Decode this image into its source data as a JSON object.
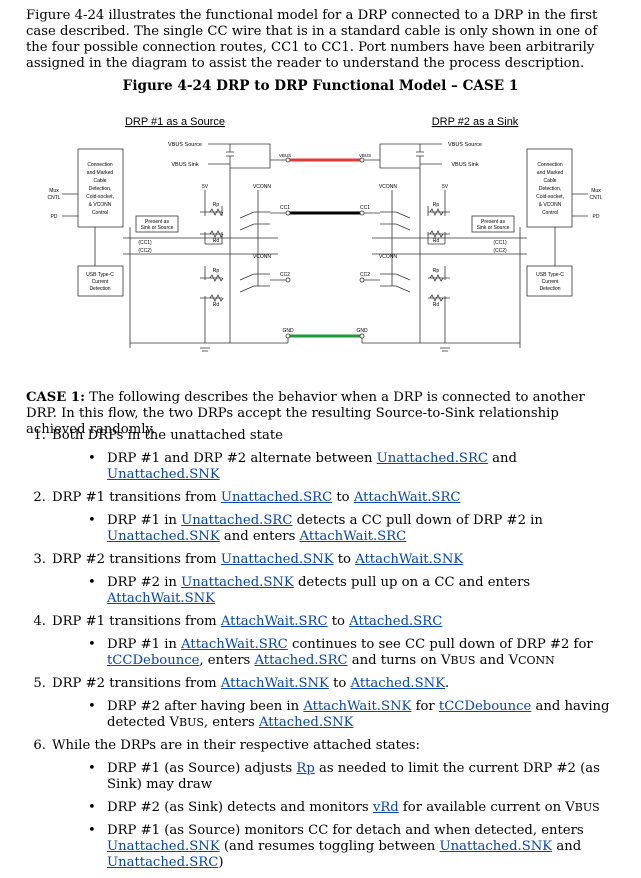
{
  "intro": {
    "p1": "Figure 4-24 illustrates the functional model for a DRP connected to a DRP in the first case described.  The single CC wire that is in a standard cable is only shown in one of the four possible connection routes, CC1 to CC1.  Port numbers have been arbitrarily assigned in the diagram to assist the reader to understand the process description."
  },
  "figure": {
    "title": "Figure 4-24  DRP to DRP Functional Model – CASE 1",
    "left_title": "DRP #1 as a Source",
    "right_title": "DRP #2 as a Sink",
    "vbus_source": "VBUS Source",
    "vbus_sink": "VBUS Sink",
    "conn_block": [
      "Connection",
      "and Marked",
      "Cable",
      "Detection,",
      "Cold-socket,",
      "& VCONN",
      "Control"
    ],
    "present_block": [
      "Present as",
      "Sink or Source"
    ],
    "usb_block": [
      "USB Type-C",
      "Current",
      "Detection"
    ],
    "mux_cntl": [
      "Mux",
      "CNTL"
    ],
    "pd": "PD",
    "v5": "5V",
    "vconn": "VCONN",
    "rp": "Rp",
    "rd": "Rd",
    "cc1": "CC1",
    "cc2": "CC2",
    "cc1_paren": "(CC1)",
    "cc2_paren": "(CC2)",
    "vbus_label": "VBUS",
    "gnd": "GND"
  },
  "case": {
    "label": "CASE 1:",
    "text": " The following describes the behavior when a DRP is connected to another DRP.  In this flow, the two DRPs accept the resulting Source-to-Sink relationship achieved randomly."
  },
  "steps": [
    {
      "num": "1.",
      "title": "Both DRPs in the unattached state"
    },
    {
      "num": "2.",
      "title_pre": "DRP #1 transitions from ",
      "from": "Unattached.SRC",
      "mid": " to ",
      "to": "AttachWait.SRC"
    },
    {
      "num": "3.",
      "title_pre": "DRP #2 transitions from ",
      "from": "Unattached.SNK",
      "mid": " to ",
      "to": "AttachWait.SNK"
    },
    {
      "num": "4.",
      "title_pre": "DRP #1 transitions from ",
      "from": "AttachWait.SRC",
      "mid": " to ",
      "to": "Attached.SRC"
    },
    {
      "num": "5.",
      "title_pre": "DRP #2 transitions from ",
      "from": "AttachWait.SNK",
      "mid": " to ",
      "to": "Attached.SNK",
      "end": "."
    },
    {
      "num": "6.",
      "title": "While the DRPs are in their respective attached states:"
    }
  ],
  "bullets": {
    "b1": {
      "pre": "DRP #1 and DRP #2 alternate between ",
      "l1": "Unattached.SRC",
      "mid": " and ",
      "l2": "Unattached.SNK"
    },
    "b2": {
      "pre": "DRP #1 in ",
      "l1": "Unattached.SRC",
      "mid": " detects a CC pull down of DRP #2 in ",
      "l2": "Unattached.SNK",
      "mid2": " and enters ",
      "l3": "AttachWait.SRC"
    },
    "b3": {
      "pre": "DRP #2 in ",
      "l1": "Unattached.SNK",
      "mid": " detects pull up on a CC and enters ",
      "l2": "AttachWait.SNK"
    },
    "b4": {
      "pre": "DRP #1 in ",
      "l1": "AttachWait.SRC",
      "mid": " continues to see CC pull down of DRP #2 for ",
      "l2": "tCCDebounce",
      "mid2": ", enters ",
      "l3": "Attached.SRC",
      "end1": " and turns on V",
      "end_sc1": "BUS",
      "end2": " and V",
      "end_sc2": "CONN"
    },
    "b5": {
      "pre": "DRP #2 after having been in ",
      "l1": "AttachWait.SNK",
      "mid": " for ",
      "l2": "tCCDebounce",
      "mid2": "  and having detected V",
      "sc": "BUS",
      "mid3": ", enters ",
      "l3": "Attached.SNK"
    },
    "b6": {
      "pre": "DRP #1 (as Source) adjusts ",
      "l1": "Rp",
      "mid": " as needed to limit the current DRP #2 (as Sink) may draw"
    },
    "b7": {
      "pre": "DRP #2 (as Sink) detects and monitors ",
      "l1": "vRd",
      "mid": " for available current on V",
      "sc": "BUS"
    },
    "b8": {
      "pre": "DRP #1 (as Source) monitors CC for detach and when detected, enters ",
      "l1": "Unattached.SNK",
      "mid": " (and resumes toggling between ",
      "l2": "Unattached.SNK",
      "mid2": " and ",
      "l3": "Unattached.SRC",
      "end": ")"
    }
  },
  "colors": {
    "vbus_wire": "#e53935",
    "cc_wire": "#000000",
    "gnd_wire": "#1e9a3a",
    "link": "#0645ad"
  }
}
